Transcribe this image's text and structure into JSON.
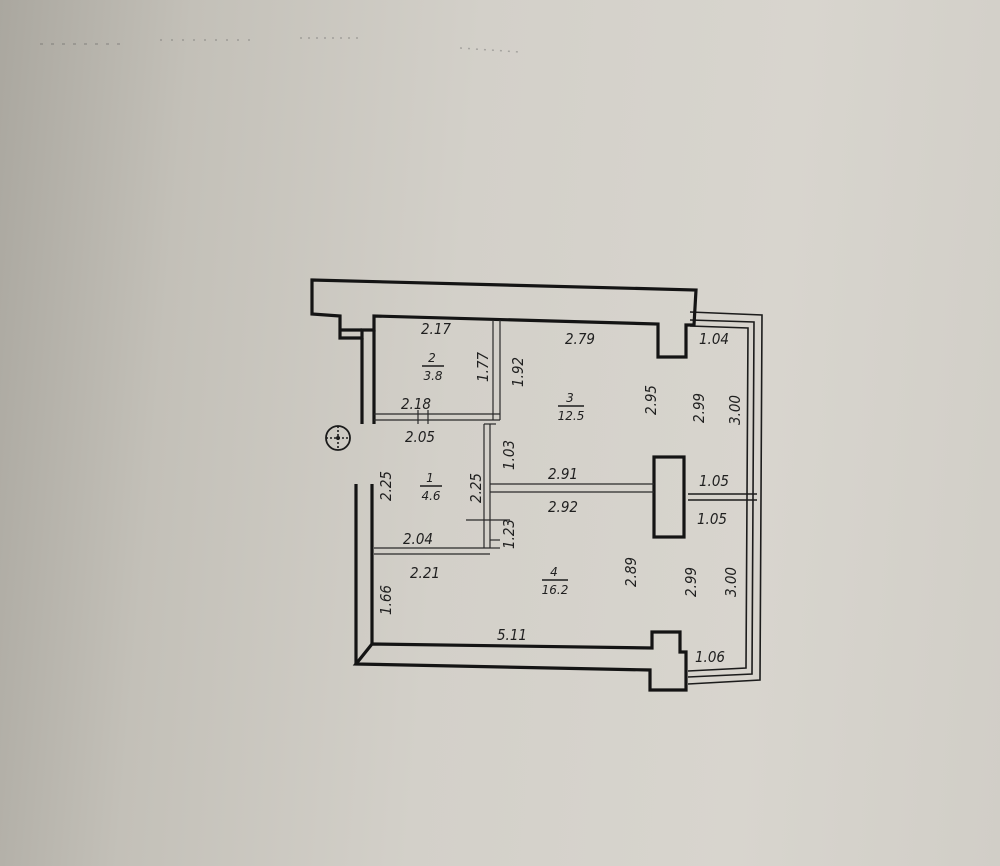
{
  "rooms": [
    {
      "number": "1",
      "area": "4.6"
    },
    {
      "number": "2",
      "area": "3.8"
    },
    {
      "number": "3",
      "area": "12.5"
    },
    {
      "number": "4",
      "area": "16.2"
    }
  ],
  "dims": {
    "d217": "2.17",
    "d279": "2.79",
    "d104": "1.04",
    "d177": "1.77",
    "d192": "1.92",
    "d295": "2.95",
    "d299a": "2.99",
    "d300a": "3.00",
    "d218": "2.18",
    "d205": "2.05",
    "d103": "1.03",
    "d291": "2.91",
    "d105a": "1.05",
    "d225a": "2.25",
    "d225b": "2.25",
    "d292": "2.92",
    "d105b": "1.05",
    "d123": "1.23",
    "d204": "2.04",
    "d221": "2.21",
    "d289": "2.89",
    "d299b": "2.99",
    "d300b": "3.00",
    "d166": "1.66",
    "d511": "5.11",
    "d106": "1.06"
  }
}
